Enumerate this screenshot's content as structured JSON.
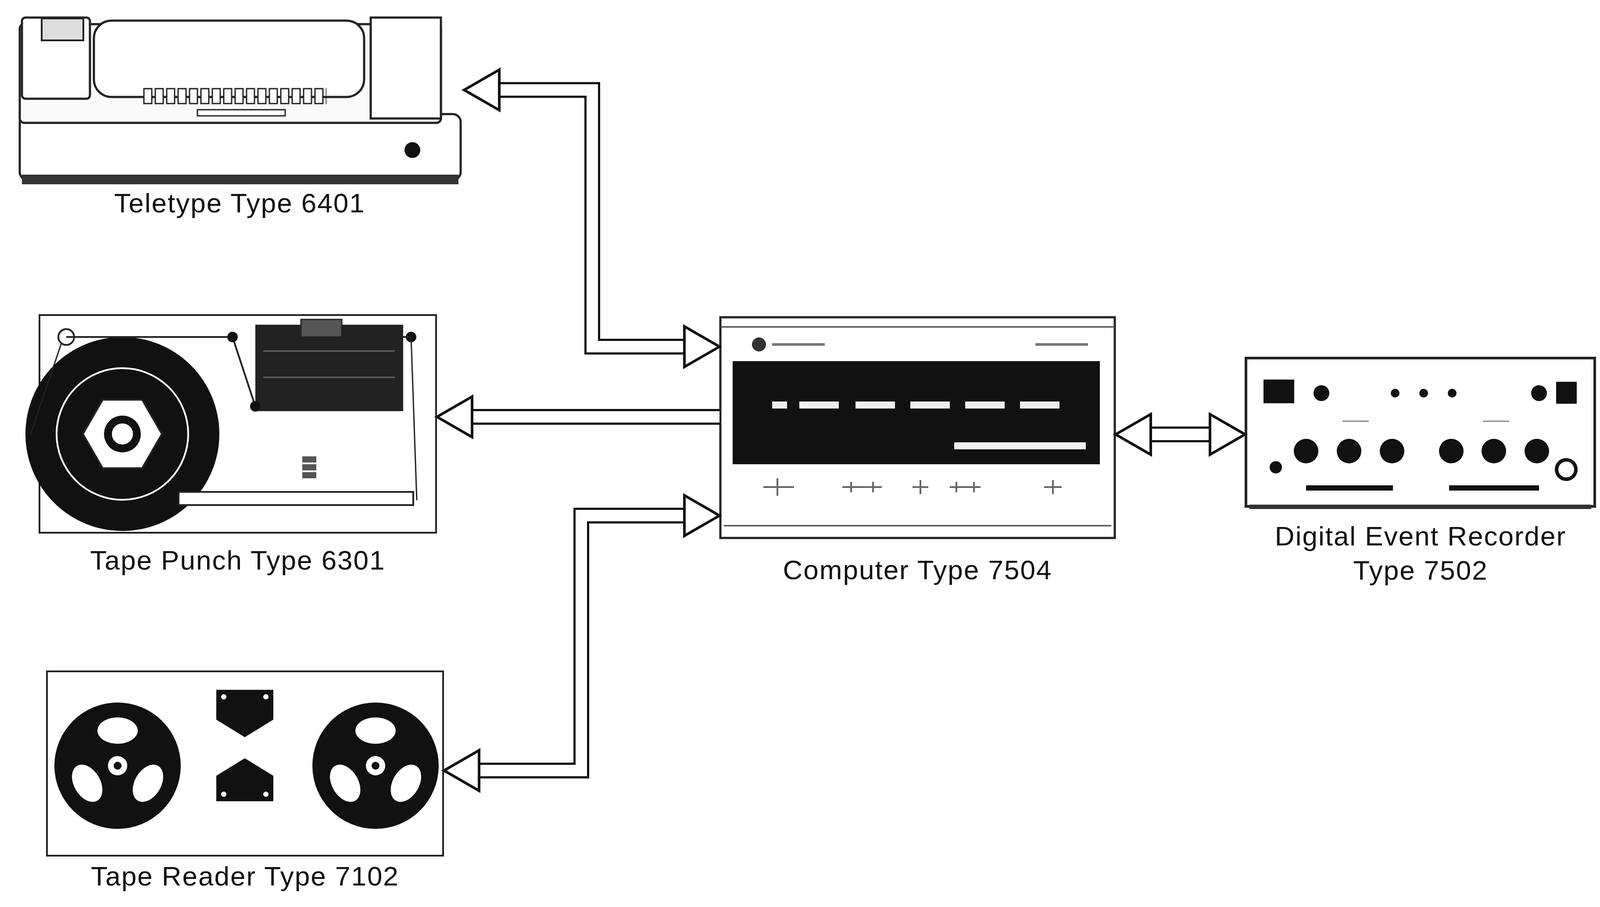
{
  "diagram": {
    "nodes": [
      {
        "text": [
          "Teletype Type 6401"
        ]
      },
      {
        "text": [
          "Tape Punch Type 6301"
        ]
      },
      {
        "text": [
          "Computer Type 7504"
        ]
      },
      {
        "text": [
          "Digital Event Recorder Type 7502"
        ]
      },
      {
        "text": [
          "Tape Reader Type 7102"
        ]
      }
    ],
    "edges": [
      {
        "from": 0,
        "to": 2,
        "arrow": "both"
      },
      {
        "from": 2,
        "to": 1,
        "arrow": "to"
      },
      {
        "from": 4,
        "to": 2,
        "arrow": "both"
      },
      {
        "from": 2,
        "to": 3,
        "arrow": "both"
      }
    ]
  }
}
